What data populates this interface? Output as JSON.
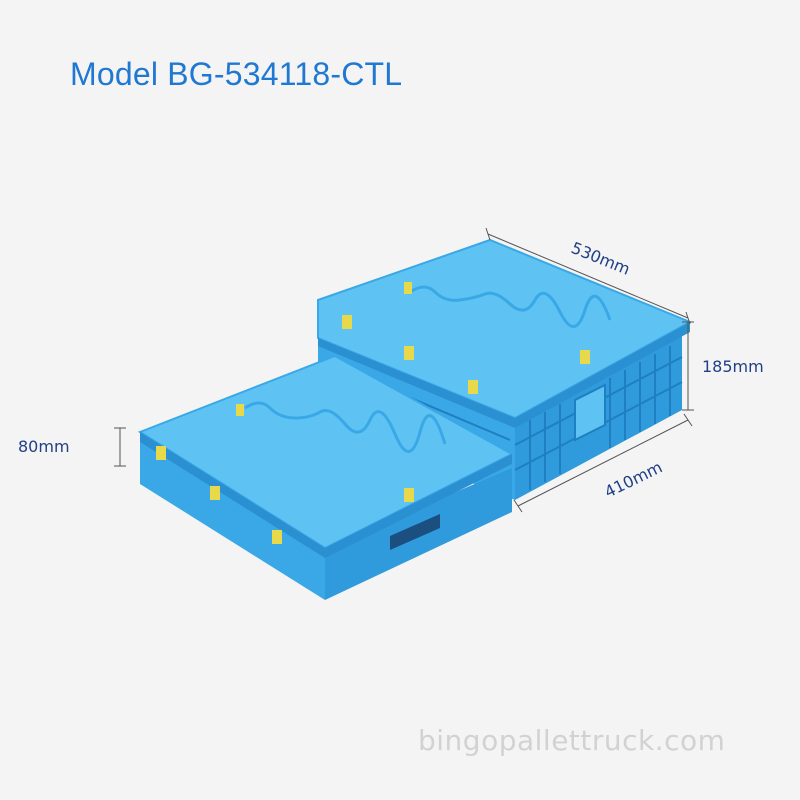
{
  "header": {
    "title": "Model BG-534118-CTL"
  },
  "product": {
    "colors": {
      "crate_top": "#5ec3f2",
      "crate_side": "#3aa8e6",
      "crate_dark": "#2a90d2",
      "latch": "#e8d94a",
      "dimension_text": "#1f3f86",
      "title": "#1f78d1"
    },
    "dimensions": {
      "length": "530mm",
      "height": "185mm",
      "width": "410mm",
      "folded_height": "80mm"
    }
  },
  "watermark": {
    "text": "bingopallettruck.com"
  }
}
